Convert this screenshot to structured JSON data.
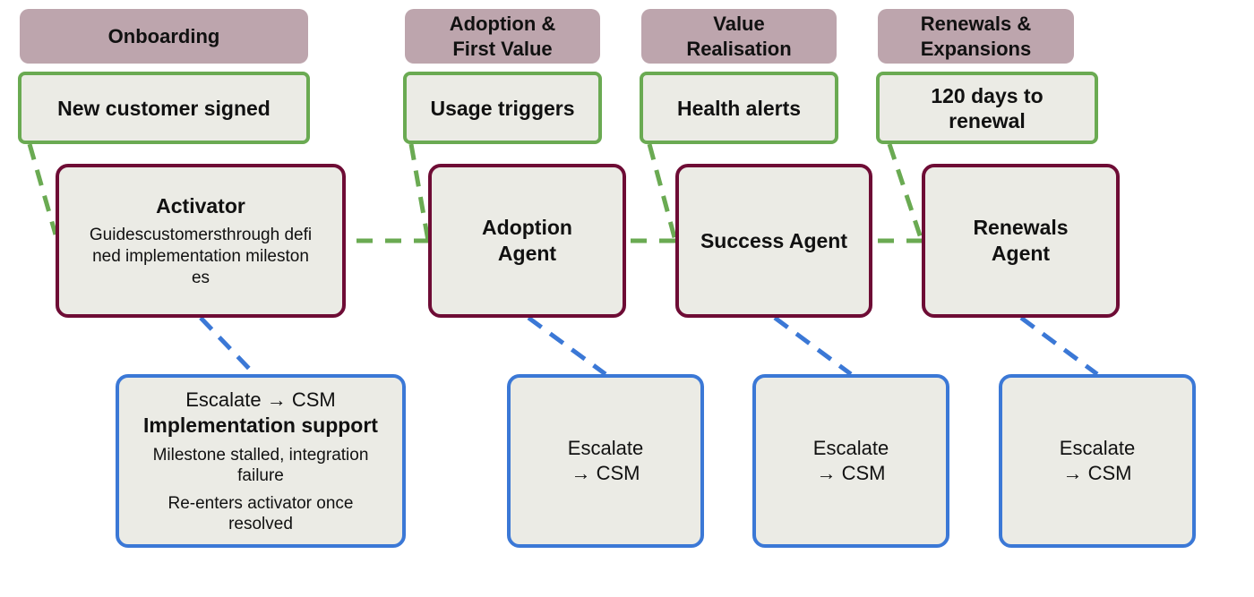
{
  "colors": {
    "phase_fill": "#bda5ad",
    "trigger_border": "#6aaa52",
    "agent_border": "#6e0c35",
    "escalate_border": "#3b78d6",
    "box_fill": "#ebebe5"
  },
  "columns": [
    {
      "phase": "Onboarding",
      "trigger": "New customer signed",
      "agent": {
        "title": "Activator",
        "description": "Guidescustomersthrough defined implementation milestones"
      },
      "escalation": {
        "label": "Escalate → CSM",
        "title": "Implementation support",
        "detail_1": "Milestone stalled, integration failure",
        "detail_2": "Re-enters activator once resolved"
      }
    },
    {
      "phase": "Adoption & First Value",
      "trigger": "Usage triggers",
      "agent": {
        "title": "Adoption Agent"
      },
      "escalation": {
        "label": "Escalate → CSM"
      }
    },
    {
      "phase": "Value Realisation",
      "trigger": "Health alerts",
      "agent": {
        "title": "Success Agent"
      },
      "escalation": {
        "label": "Escalate → CSM"
      }
    },
    {
      "phase": "Renewals & Expansions",
      "trigger": "120 days to renewal",
      "agent": {
        "title": "Renewals Agent"
      },
      "escalation": {
        "label": "Escalate → CSM"
      }
    }
  ]
}
